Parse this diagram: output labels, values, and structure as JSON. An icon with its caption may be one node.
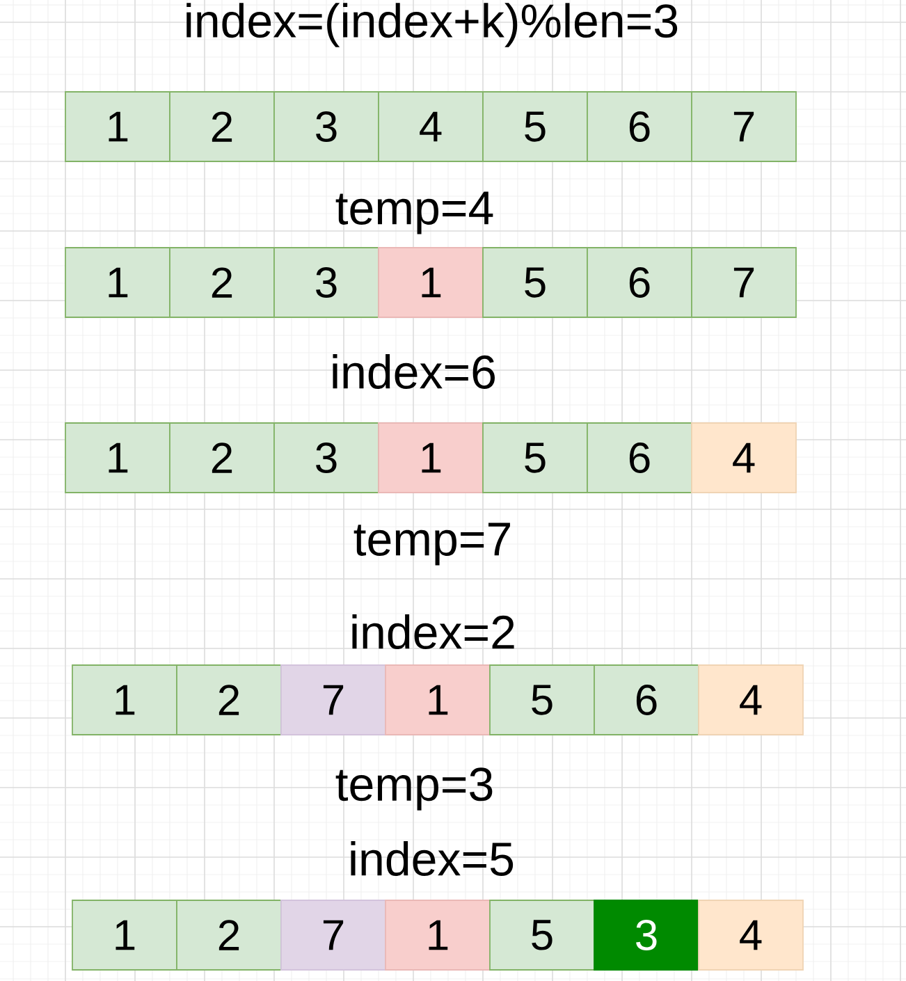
{
  "diagram": {
    "nodes": [
      {
        "text": [
          "1"
        ]
      },
      {
        "text": [
          "2"
        ]
      },
      {
        "text": [
          "3"
        ]
      },
      {
        "text": [
          "4"
        ]
      },
      {
        "text": [
          "5"
        ]
      },
      {
        "text": [
          "6"
        ]
      },
      {
        "text": [
          "7"
        ]
      },
      {
        "text": [
          "1"
        ]
      },
      {
        "text": [
          "2"
        ]
      },
      {
        "text": [
          "3"
        ]
      },
      {
        "text": [
          "1"
        ]
      },
      {
        "text": [
          "5"
        ]
      },
      {
        "text": [
          "6"
        ]
      },
      {
        "text": [
          "7"
        ]
      },
      {
        "text": [
          "1"
        ]
      },
      {
        "text": [
          "2"
        ]
      },
      {
        "text": [
          "3"
        ]
      },
      {
        "text": [
          "1"
        ]
      },
      {
        "text": [
          "5"
        ]
      },
      {
        "text": [
          "6"
        ]
      },
      {
        "text": [
          "4"
        ]
      },
      {
        "text": [
          "1"
        ]
      },
      {
        "text": [
          "2"
        ]
      },
      {
        "text": [
          "7"
        ]
      },
      {
        "text": [
          "1"
        ]
      },
      {
        "text": [
          "5"
        ]
      },
      {
        "text": [
          "6"
        ]
      },
      {
        "text": [
          "4"
        ]
      },
      {
        "text": [
          "1"
        ]
      },
      {
        "text": [
          "2"
        ]
      },
      {
        "text": [
          "7"
        ]
      },
      {
        "text": [
          "1"
        ]
      },
      {
        "text": [
          "5"
        ]
      },
      {
        "text": [
          "3"
        ]
      },
      {
        "text": [
          "4"
        ]
      }
    ],
    "labels": [
      "index=(index+k)%len=3",
      "temp=4",
      "index=6",
      "temp=7",
      "index=2",
      "temp=3",
      "index=5"
    ]
  }
}
